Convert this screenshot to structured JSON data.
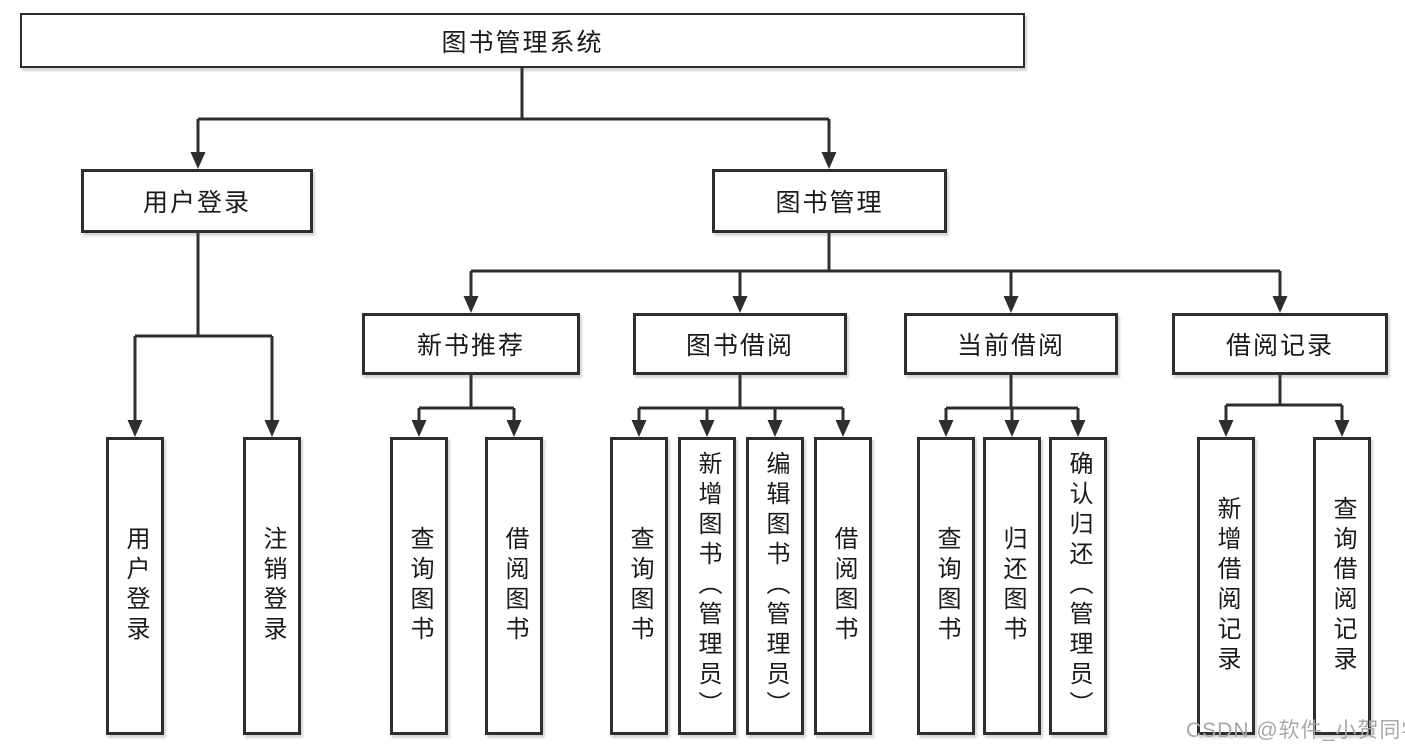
{
  "diagram": {
    "title": "图书管理系统",
    "root": {
      "label": "图书管理系统"
    },
    "level2": [
      {
        "label": "用户登录"
      },
      {
        "label": "图书管理"
      }
    ],
    "level3": [
      {
        "label": "新书推荐",
        "parent": "图书管理"
      },
      {
        "label": "图书借阅",
        "parent": "图书管理"
      },
      {
        "label": "当前借阅",
        "parent": "图书管理"
      },
      {
        "label": "借阅记录",
        "parent": "图书管理"
      }
    ],
    "leaves": [
      {
        "label": "用户登录",
        "parent": "用户登录"
      },
      {
        "label": "注销登录",
        "parent": "用户登录"
      },
      {
        "label": "查询图书",
        "parent": "新书推荐"
      },
      {
        "label": "借阅图书",
        "parent": "新书推荐"
      },
      {
        "label": "查询图书",
        "parent": "图书借阅"
      },
      {
        "label": "新增图书（管理员）",
        "parent": "图书借阅"
      },
      {
        "label": "编辑图书（管理员）",
        "parent": "图书借阅"
      },
      {
        "label": "借阅图书",
        "parent": "图书借阅"
      },
      {
        "label": "查询图书",
        "parent": "当前借阅"
      },
      {
        "label": "归还图书",
        "parent": "当前借阅"
      },
      {
        "label": "确认归还（管理员）",
        "parent": "当前借阅"
      },
      {
        "label": "新增借阅记录",
        "parent": "借阅记录"
      },
      {
        "label": "查询借阅记录",
        "parent": "借阅记录"
      }
    ]
  },
  "watermark": "CSDN @软件_小贺同学",
  "colors": {
    "line": "#2e2e2e",
    "box_border": "#2e2e2e",
    "background": "#ffffff",
    "text": "#1a1a1a",
    "watermark": "#a8a8a8"
  }
}
